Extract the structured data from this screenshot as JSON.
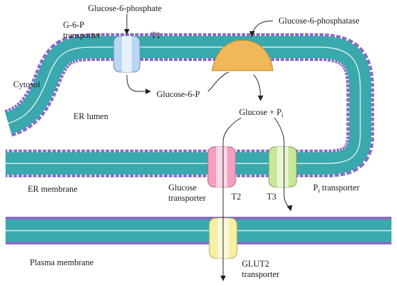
{
  "labels": {
    "g6p_top": "Glucose-6-phosphate",
    "g6p_transporter_line1": "G-6-P",
    "g6p_transporter_line2": "transporter",
    "t1": "T1",
    "phosphatase": "Glucose-6-phosphatase",
    "cytosol": "Cytosol",
    "er_lumen": "ER lumen",
    "g6p_short": "Glucose-6-P",
    "glucose_pi": "Glucose + P",
    "glucose_pi_sub": "i",
    "er_membrane": "ER membrane",
    "glucose_transporter_line1": "Glucose",
    "glucose_transporter_line2": "transporter",
    "t2": "T2",
    "t3": "T3",
    "pi_transporter": "P",
    "pi_transporter_sub": "i",
    "pi_transporter_rest": " transporter",
    "plasma_membrane": "Plasma membrane",
    "glut2_line1": "GLUT2",
    "glut2_line2": "transporter"
  },
  "colors": {
    "membrane": "#3aa9ad",
    "membrane_dark": "#1f8a8f",
    "head": "#8a6bc6",
    "head_edge": "#5e4a9a",
    "t1_transporter": "#b9d6f2",
    "t2_transporter": "#f29fc0",
    "t3_transporter": "#c9e79a",
    "glut2_transporter": "#f5f0a3",
    "phosphatase": "#f0b858"
  }
}
